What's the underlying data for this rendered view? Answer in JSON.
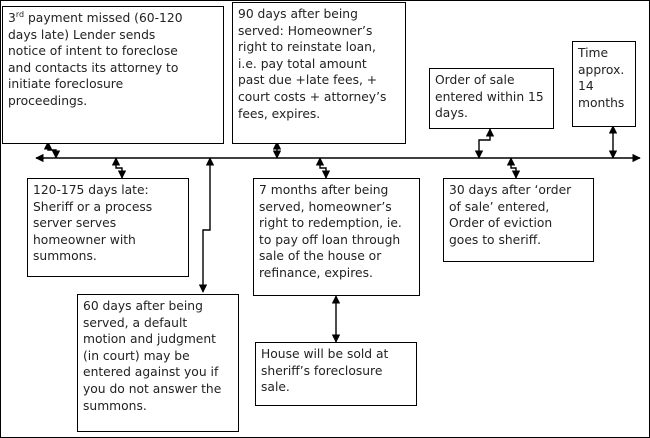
{
  "boxes": [
    {
      "id": "third-payment-missed",
      "lines": [
        "payment missed (60-120",
        "days late) Lender sends",
        "notice of intent to foreclose",
        "and contacts its attorney to",
        "initiate foreclosure",
        "proceedings."
      ],
      "prefix": "3",
      "prefix_sup": "rd"
    },
    {
      "id": "90-days-reinstate",
      "lines": [
        "90 days after being",
        "served: Homeowner’s",
        "right to reinstate loan,",
        "i.e. pay total amount",
        "past due +late fees, +",
        "court costs + attorney’s",
        "fees, expires."
      ]
    },
    {
      "id": "order-of-sale",
      "lines": [
        "Order of sale",
        "entered within 15",
        "days."
      ]
    },
    {
      "id": "time-approx",
      "lines": [
        "Time",
        "approx.",
        "14",
        "months"
      ]
    },
    {
      "id": "120-175-days-late",
      "lines": [
        "120-175 days late:",
        "Sheriff or a process",
        "server serves",
        "homeowner with",
        "summons."
      ]
    },
    {
      "id": "7-months-redemption",
      "lines": [
        "7 months after being",
        "served, homeowner’s",
        "right to redemption, ie.",
        "to pay off loan through",
        "sale of the house or",
        "refinance, expires."
      ]
    },
    {
      "id": "30-days-eviction",
      "lines": [
        "30 days after ‘order",
        "of sale’ entered,",
        "Order of eviction",
        "goes to sheriff."
      ]
    },
    {
      "id": "60-days-default",
      "lines": [
        "60 days after being",
        "served, a default",
        "motion and judgment",
        "(in court) may be",
        "entered against you if",
        "you do not answer the",
        "summons."
      ]
    },
    {
      "id": "house-sold",
      "lines": [
        "House will be sold at",
        "sheriff’s foreclosure",
        "sale."
      ]
    }
  ]
}
